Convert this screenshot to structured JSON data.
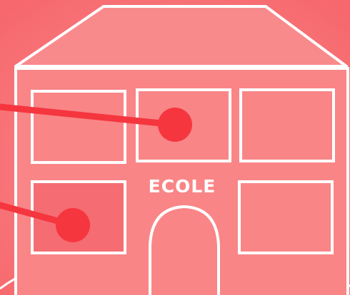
{
  "building": {
    "sign": "ECOLE"
  },
  "colors": {
    "background": "#f87478",
    "facade": "#f98587",
    "roof": "#f98a8c",
    "outline": "#ffffff",
    "marker": "#f5363f",
    "highlight_window": "#f56c72"
  },
  "icons": {
    "roof": "roof-shape",
    "door": "arched-door",
    "markers": [
      "location-dot-icon",
      "location-dot-icon"
    ]
  }
}
